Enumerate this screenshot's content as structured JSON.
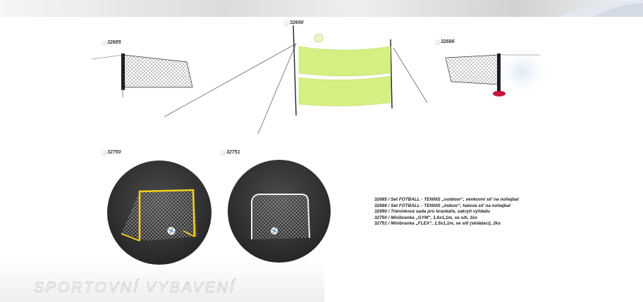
{
  "labels": {
    "c32685": "32685",
    "c32690": "32690",
    "c32686": "32686",
    "c32750": "32750",
    "c32751": "32751"
  },
  "products": [
    "32685 / Set FOTBALL - TENNIS „outdoor“, venkovní síť na nohejbal",
    "32686 / Set FOTBALL - TENNIS „indoor“, halová síť na nohejbal",
    "32690 / Tréninková sada pro brankáře, zakrytí výhledu",
    "32750 / Minibranka „GYM“, 1,6x1,1m, se sítí, 1ks",
    "32751 / Minibranka „FLEX“, 1,5x1,1m, se sítí (skládací), 2ks"
  ],
  "footer": {
    "title": "SPORTOVNÍ VYBAVENÍ"
  },
  "colors": {
    "trainer_green": "#d6ef83",
    "goal_yellow": "#f2d21c",
    "circle_dark": "#3a3a3a",
    "indoor_base": "#c8143a"
  }
}
